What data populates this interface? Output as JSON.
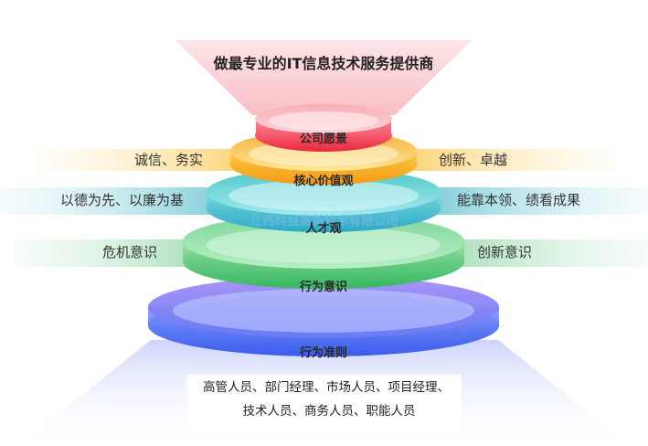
{
  "slogan": "做最专业的IT信息技术服务提供商",
  "watermark": "江西科益高新技术有限公司",
  "tiers": [
    {
      "label": "公司愿景",
      "color": "#f23a52"
    },
    {
      "label": "核心价值观",
      "color": "#f7a218"
    },
    {
      "label": "人才观",
      "color": "#38b9c9"
    },
    {
      "label": "行为意识",
      "color": "#3fbf6a"
    },
    {
      "label": "行为准则",
      "color": "#4a6ef0"
    }
  ],
  "left_tags": [
    "诚信、务实",
    "以德为先、以廉为基",
    "危机意识"
  ],
  "right_tags": [
    "创新、卓越",
    "能靠本领、绩看成果",
    "创新意识"
  ],
  "bottom": {
    "line1": "高管人员、部门经理、市场人员、项目经理、",
    "line2": "技术人员、商务人员、职能人员"
  }
}
